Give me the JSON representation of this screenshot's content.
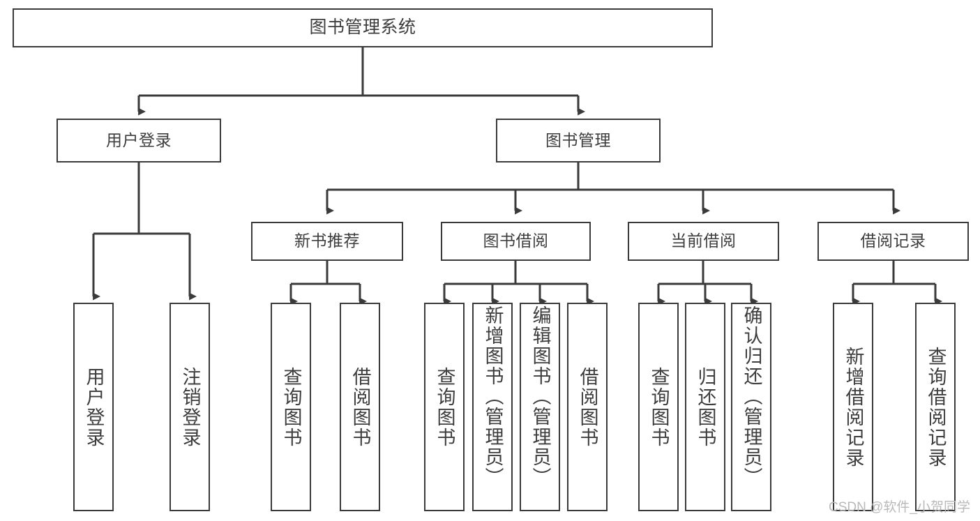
{
  "diagram": {
    "type": "tree-hierarchy",
    "title": "图书管理系统",
    "colors": {
      "stroke": "#3a3a3a",
      "text": "#3d3d3d",
      "background": "#ffffff",
      "watermark": "#b9b9b9"
    },
    "root": {
      "label": "图书管理系统"
    },
    "level2": [
      {
        "label": "用户登录"
      },
      {
        "label": "图书管理"
      }
    ],
    "level3": [
      {
        "label": "新书推荐"
      },
      {
        "label": "图书借阅"
      },
      {
        "label": "当前借阅"
      },
      {
        "label": "借阅记录"
      }
    ],
    "leaves": {
      "user_login": [
        {
          "label": "用户登录"
        },
        {
          "label": "注销登录"
        }
      ],
      "new_book_recommend": [
        {
          "label": "查询图书"
        },
        {
          "label": "借阅图书"
        }
      ],
      "book_borrow": [
        {
          "label": "查询图书"
        },
        {
          "label": "新增图书（管理员）"
        },
        {
          "label": "编辑图书（管理员）"
        },
        {
          "label": "借阅图书"
        }
      ],
      "current_borrow": [
        {
          "label": "查询图书"
        },
        {
          "label": "归还图书"
        },
        {
          "label": "确认归还（管理员）"
        }
      ],
      "borrow_record": [
        {
          "label": "新增借阅记录"
        },
        {
          "label": "查询借阅记录"
        }
      ]
    }
  },
  "watermark": {
    "text": "CSDN @软件_小贺同学"
  }
}
